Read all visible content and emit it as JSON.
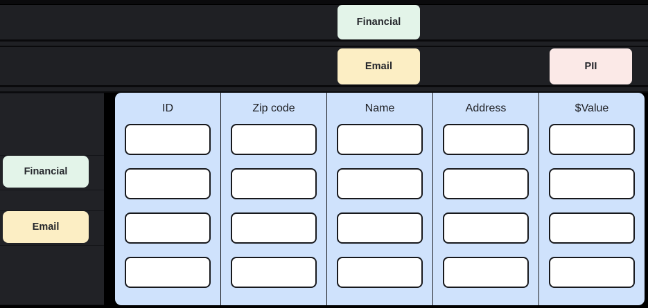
{
  "theme": {
    "background_dark": "#1f2024",
    "background_black": "#000000",
    "table_column_bg": "#cfe2fc",
    "cell_bg": "#ffffff",
    "cell_border": "#17181c",
    "tag_financial_bg": "#e3f4e9",
    "tag_email_bg": "#fceec4",
    "tag_pii_bg": "#fbe9e7",
    "tag_text": "#24262b",
    "header_text": "#1c1d21"
  },
  "top_tags": {
    "row1": [
      {
        "label": "Financial",
        "color_key": "tag_financial_bg"
      }
    ],
    "row2": [
      {
        "label": "Email",
        "color_key": "tag_email_bg"
      },
      {
        "label": "PII",
        "color_key": "tag_pii_bg"
      }
    ]
  },
  "sidebar": {
    "chips": [
      {
        "label": "Financial",
        "color_key": "tag_financial_bg"
      },
      {
        "label": "Email",
        "color_key": "tag_email_bg"
      }
    ]
  },
  "table": {
    "columns": [
      {
        "header": "ID",
        "cells": [
          "",
          "",
          "",
          ""
        ]
      },
      {
        "header": "Zip code",
        "cells": [
          "",
          "",
          "",
          ""
        ]
      },
      {
        "header": "Name",
        "cells": [
          "",
          "",
          "",
          ""
        ]
      },
      {
        "header": "Address",
        "cells": [
          "",
          "",
          "",
          ""
        ]
      },
      {
        "header": "$Value",
        "cells": [
          "",
          "",
          "",
          ""
        ]
      }
    ]
  }
}
